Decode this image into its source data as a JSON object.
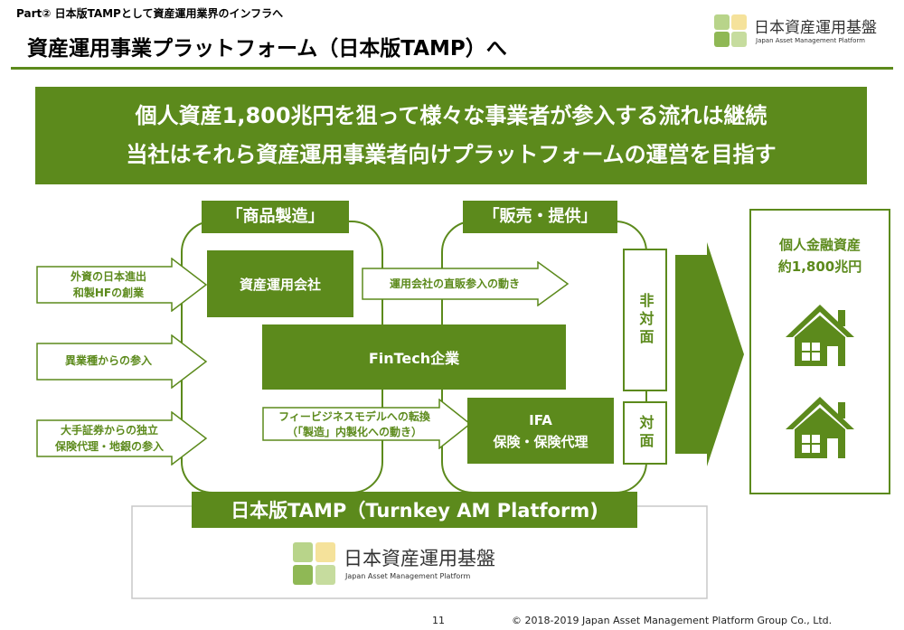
{
  "header": {
    "part_label": "Part② 日本版TAMPとして資産運用業界のインフラへ",
    "title": "資産運用事業プラットフォーム（日本版TAMP）へ"
  },
  "logo": {
    "name": "日本資産運用基盤",
    "subtitle": "Japan Asset Management Platform",
    "colors": [
      "#b8d48a",
      "#f5e29b",
      "#8fb855",
      "#c6dc9e"
    ]
  },
  "banner": {
    "line1": "個人資産1,800兆円を狙って様々な事業者が参入する流れは継続",
    "line2": "当社はそれら資産運用事業者向けプラットフォームの運営を目指す"
  },
  "diagram": {
    "bracket_left": "「商品製造」",
    "bracket_right": "「販売・提供」",
    "left_arrows": [
      {
        "line1": "外資の日本進出",
        "line2": "和製HFの創業"
      },
      {
        "line1": "異業種からの参入",
        "line2": ""
      },
      {
        "line1": "大手証券からの独立",
        "line2": "保険代理・地銀の参入"
      }
    ],
    "asset_mgmt": "資産運用会社",
    "direct_sales_arrow": "運用会社の直販参入の動き",
    "fintech": "FinTech企業",
    "fee_arrow_line1": "フィービジネスモデルへの転換",
    "fee_arrow_line2": "（「製造」内製化への動き）",
    "ifa_line1": "IFA",
    "ifa_line2": "保険・保険代理",
    "non_face": "非対面",
    "face": "対面",
    "tamp_label": "日本版TAMP（Turnkey AM Platform)",
    "right_panel_line1": "個人金融資産",
    "right_panel_line2": "約1,800兆円"
  },
  "footer": {
    "page": "11",
    "copyright": "©  2018-2019  Japan Asset Management Platform Group  Co., Ltd."
  }
}
